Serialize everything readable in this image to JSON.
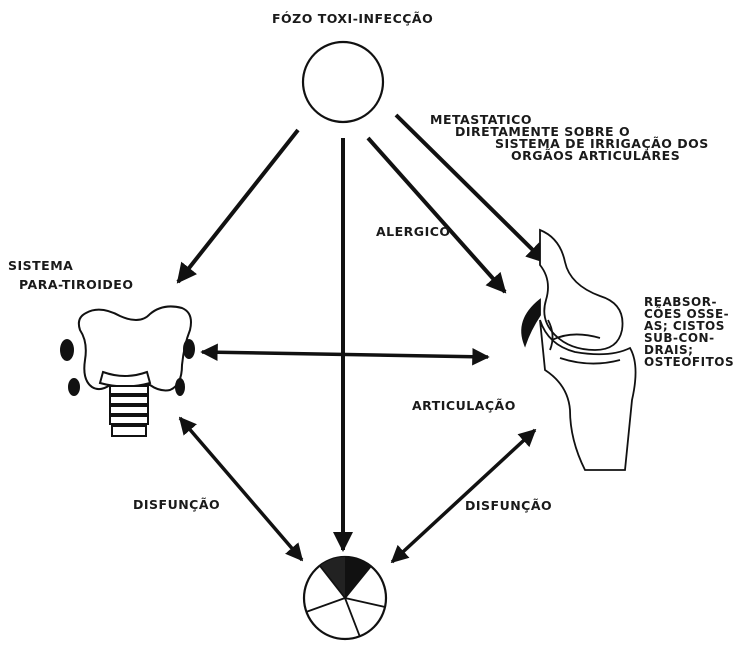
{
  "title": "FÓZO TOXI-INFECÇÃO",
  "labels": {
    "metastatico": "METASTATICO",
    "diretamente": "DIRETAMENTE SOBRE O",
    "sistema_irrigacao": "SISTEMA DE IRRIGAÇÃO DOS",
    "orgaos": "ORGÃOS ARTICULARES",
    "alergico": "ALERGICO",
    "sistema": "SISTEMA",
    "para_tiroideo": "PARA-TIROIDEO",
    "articulacao": "ARTICULAÇÃO",
    "disfuncao_left": "DISFUNÇÃO",
    "disfuncao_right": "DISFUNÇÃO",
    "reabsorcoes_lines": [
      "REABSOR-",
      "CÕES OSSE-",
      "AS; CISTOS",
      "SUB-CON-",
      "DRAIS;",
      "OSTEOFITOS"
    ]
  }
}
